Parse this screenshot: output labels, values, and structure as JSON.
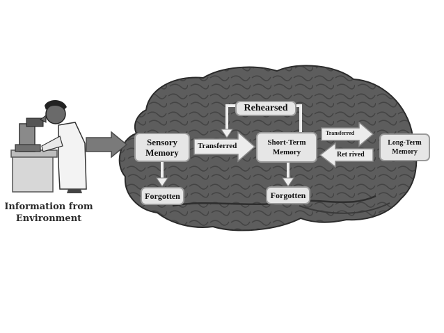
{
  "source_caption": [
    "Information from",
    "Environment"
  ],
  "stages": {
    "sensory": [
      "Sensory",
      "Memory"
    ],
    "short_term": [
      "Short-Term",
      "Memory"
    ],
    "long_term": [
      "Long-Term",
      "Memory"
    ]
  },
  "outcomes": {
    "sensory_forgotten": "Forgotten",
    "short_term_forgotten": "Forgotten"
  },
  "processes": {
    "rehearsed": "Rehearsed",
    "transferred_to_stm": "Transferred",
    "transferred_to_ltm": "Transferred",
    "retrieved": "Ret rived"
  },
  "colors": {
    "brain": "#5d5d5d",
    "arrow": "#ececec",
    "box": "#e6e6e6",
    "flow_arrow": "#7a7a7a"
  }
}
